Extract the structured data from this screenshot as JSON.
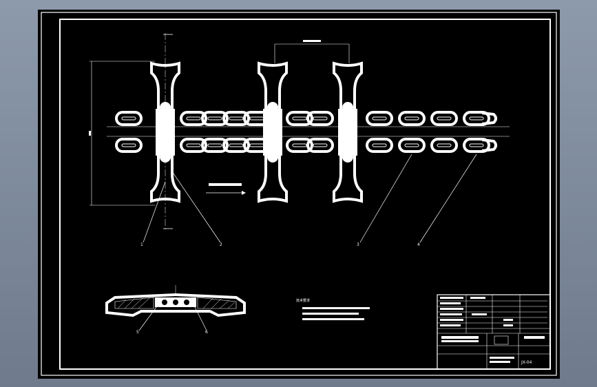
{
  "sheet": {
    "background": "#000000",
    "line_color": "#ffffff",
    "viewport_color": "#8d9aab"
  },
  "balloons": [
    "1",
    "2",
    "3",
    "4",
    "5",
    "6"
  ],
  "note_line": "技术要求",
  "drawing_number": "JX-04"
}
